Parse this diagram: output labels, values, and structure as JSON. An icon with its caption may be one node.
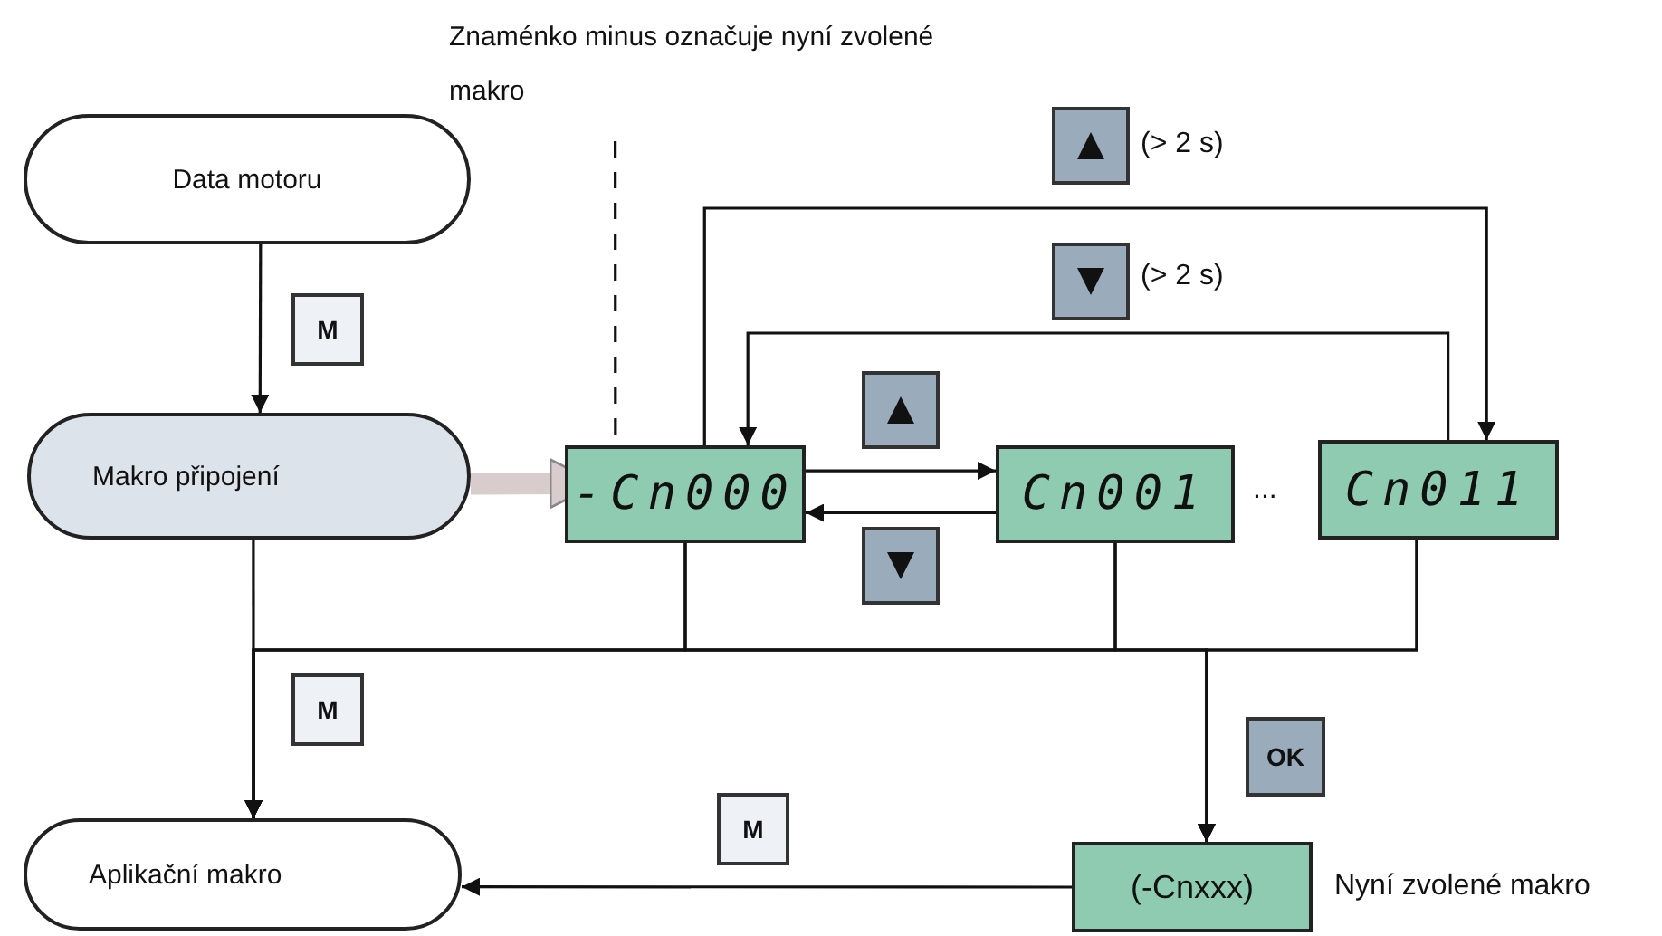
{
  "diagram": {
    "nodes": [
      {
        "text": [
          "Data motoru"
        ]
      },
      {
        "text": [
          "Makro připojení"
        ]
      },
      {
        "text": [
          "-Cn000"
        ]
      },
      {
        "text": [
          "Cn001"
        ]
      },
      {
        "text": [
          "Cn011"
        ]
      },
      {
        "text": [
          "Aplikační makro"
        ]
      },
      {
        "text": [
          "(-Cnxxx)"
        ],
        "beside": [
          "Nyní zvolené makro"
        ]
      },
      {
        "text": [
          "Znaménko minus označuje nyní zvolené makro"
        ]
      }
    ],
    "edges": [
      {
        "from": 0,
        "to": 1,
        "arrow": "to"
      },
      {
        "from": 1,
        "to": 2,
        "arrow": "to",
        "style": "thick",
        "color": "#d8cccc"
      },
      {
        "from": 2,
        "to": 3,
        "arrow": "to"
      },
      {
        "from": 3,
        "to": 2,
        "arrow": "to"
      },
      {
        "from": 2,
        "to": 4,
        "arrow": "to"
      },
      {
        "from": 4,
        "to": 2,
        "arrow": "to"
      },
      {
        "from": 1,
        "to": 5,
        "arrow": "to"
      },
      {
        "from": 2,
        "to": 5,
        "arrow": "to"
      },
      {
        "from": 3,
        "to": 5,
        "arrow": "to"
      },
      {
        "from": 4,
        "to": 5,
        "arrow": "to"
      },
      {
        "from": 2,
        "to": 6,
        "arrow": "to"
      },
      {
        "from": 3,
        "to": 6,
        "arrow": "to"
      },
      {
        "from": 4,
        "to": 6,
        "arrow": "to"
      },
      {
        "from": 6,
        "to": 5,
        "arrow": "to"
      },
      {
        "from": 7,
        "to": 2,
        "arrow": "none",
        "style": "dashed"
      }
    ],
    "labels": [
      "(> 2 s)",
      "M",
      "(> 2 s)",
      "...",
      "M",
      "OK",
      "M"
    ]
  }
}
